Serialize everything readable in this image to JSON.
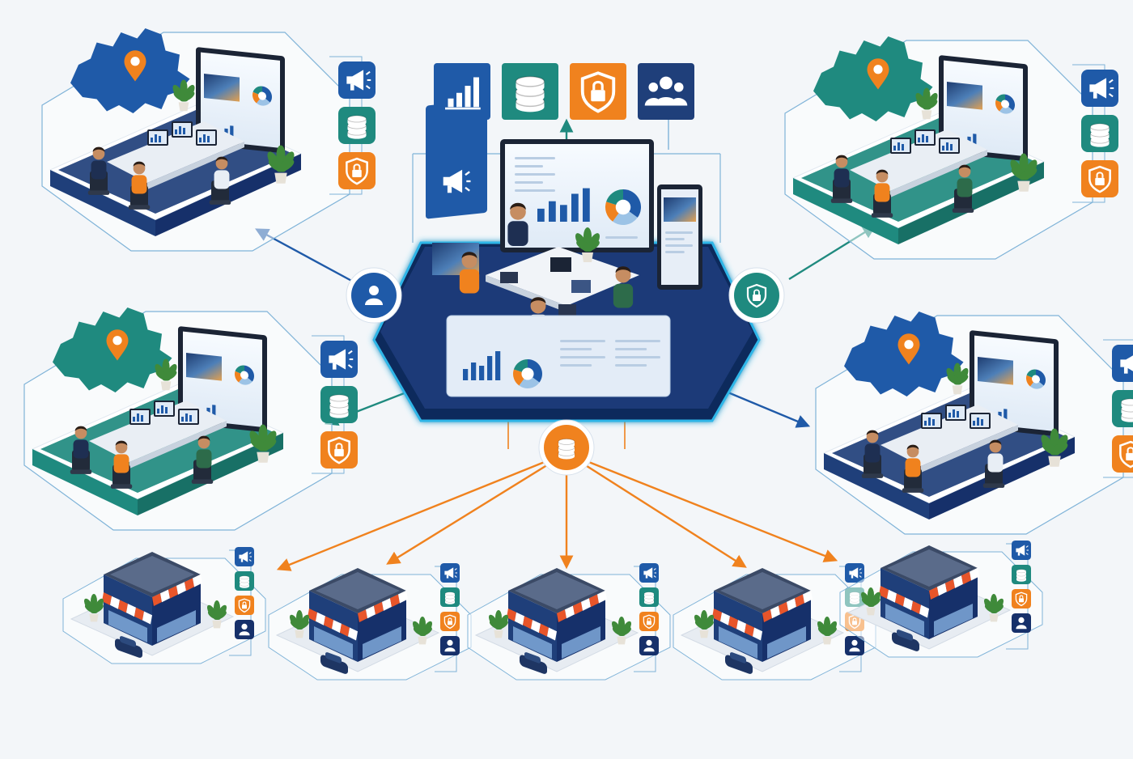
{
  "colors": {
    "navy": "#1f3f7a",
    "navy_dark": "#16306a",
    "blue": "#1f5aa8",
    "teal": "#1f8a7f",
    "teal_dark": "#187066",
    "orange": "#f0821e",
    "cyan_glow": "#2fb6e8",
    "outline": "#7fb3d8",
    "desk": "#e9eef4",
    "awning_red": "#e8552a",
    "plant": "#3f8a3a"
  },
  "hub": {
    "top_icons": [
      "bar-chart-icon",
      "coins-icon",
      "lock-shield-icon",
      "people-icon"
    ],
    "left_node_icon": "user-icon",
    "right_node_icon": "lock-shield-icon",
    "bottom_node_icon": "coins-icon"
  },
  "regional_offices": [
    {
      "id": "top-left",
      "theme": "navy",
      "map_icon": "map-pin-icon",
      "side_icons": [
        "megaphone-icon",
        "coins-icon",
        "lock-shield-icon"
      ]
    },
    {
      "id": "top-right",
      "theme": "teal",
      "map_icon": "map-pin-icon",
      "side_icons": [
        "megaphone-icon",
        "coins-icon",
        "lock-shield-icon"
      ]
    },
    {
      "id": "middle-left",
      "theme": "teal",
      "map_icon": "map-pin-icon",
      "side_icons": [
        "megaphone-icon",
        "coins-icon",
        "lock-shield-icon"
      ]
    },
    {
      "id": "middle-right",
      "theme": "navy",
      "map_icon": "map-pin-icon",
      "side_icons": [
        "megaphone-icon",
        "coins-icon",
        "lock-shield-icon"
      ]
    }
  ],
  "stores": {
    "count": 5,
    "side_icons": [
      "megaphone-icon",
      "coins-icon",
      "lock-shield-icon",
      "user-icon"
    ]
  }
}
